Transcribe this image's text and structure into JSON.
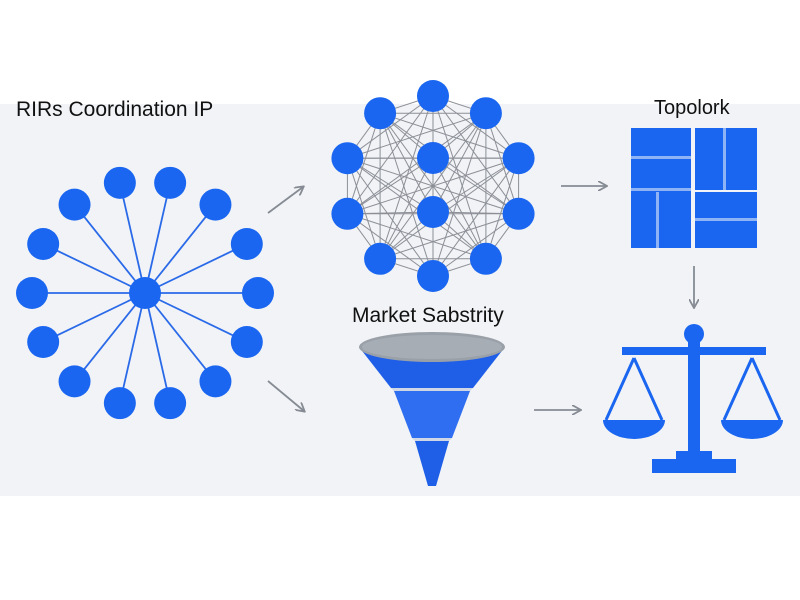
{
  "labels": {
    "coordination": "RIRs Coordination IP",
    "topology": "Topolork",
    "market": "Market Sabstrity"
  },
  "colors": {
    "node": "#1a66f0",
    "edge_star": "#2a6ae8",
    "edge_mesh": "#8c8f96",
    "arrow": "#868b93",
    "funnel_top": "#9aa0a8",
    "funnel_fill": "#1f5fe8",
    "panel_bg": "#f1f3f7"
  },
  "icons": [
    "hub-spoke-network-icon",
    "mesh-network-icon",
    "grid-blocks-icon",
    "funnel-icon",
    "balance-scale-icon"
  ]
}
